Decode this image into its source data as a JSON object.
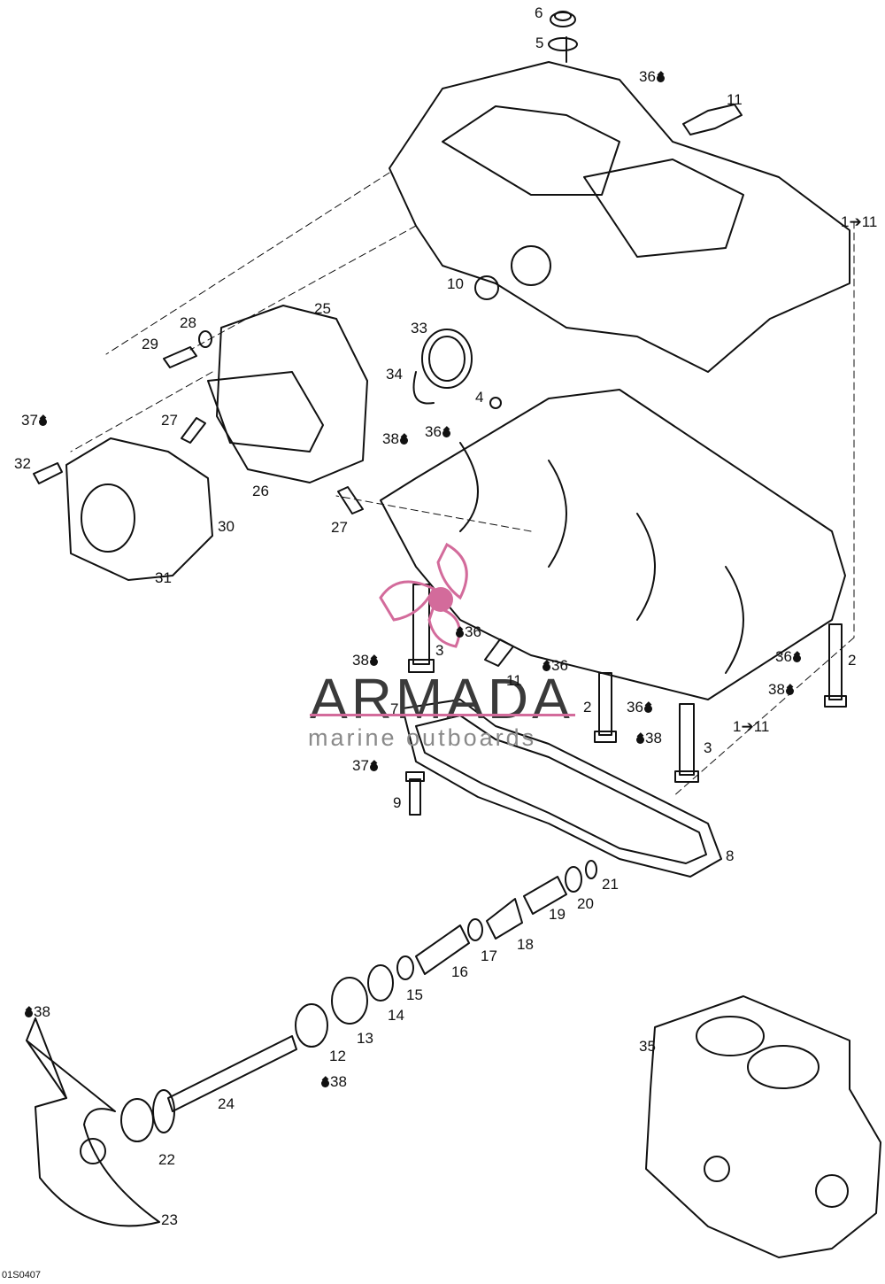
{
  "diagram": {
    "code": "01S0407",
    "watermark": {
      "brand": "ARMADA",
      "subtitle": "marine outboards",
      "accent_color": "#d36b9b"
    },
    "lubricant_icon": "oil-drop-icon",
    "callouts": {
      "c6": "6",
      "c5": "5",
      "c36a": "36",
      "c11a": "11",
      "c1to11a": "1➔11",
      "c10": "10",
      "c25": "25",
      "c28": "28",
      "c29": "29",
      "c33": "33",
      "c34": "34",
      "c4": "4",
      "c38a": "38",
      "c36b": "36",
      "c37a": "37",
      "c27a": "27",
      "c32": "32",
      "c26": "26",
      "c27b": "27",
      "c30": "30",
      "c31": "31",
      "c36c": "36",
      "c3a": "3",
      "c38b": "38",
      "c36d": "36",
      "c11b": "11",
      "c2a": "2",
      "c36e": "36",
      "c2b": "2",
      "c38c": "38",
      "c7": "7",
      "c36f": "36",
      "c38d": "38",
      "c1to11b": "1➔11",
      "c3b": "3",
      "c37b": "37",
      "c9": "9",
      "c8": "8",
      "c21": "21",
      "c20": "20",
      "c19": "19",
      "c18": "18",
      "c17": "17",
      "c16": "16",
      "c15": "15",
      "c14": "14",
      "c13": "13",
      "c12": "12",
      "c38e": "38",
      "c38f": "38",
      "c24": "24",
      "c22": "22",
      "c23": "23",
      "c35": "35"
    }
  }
}
